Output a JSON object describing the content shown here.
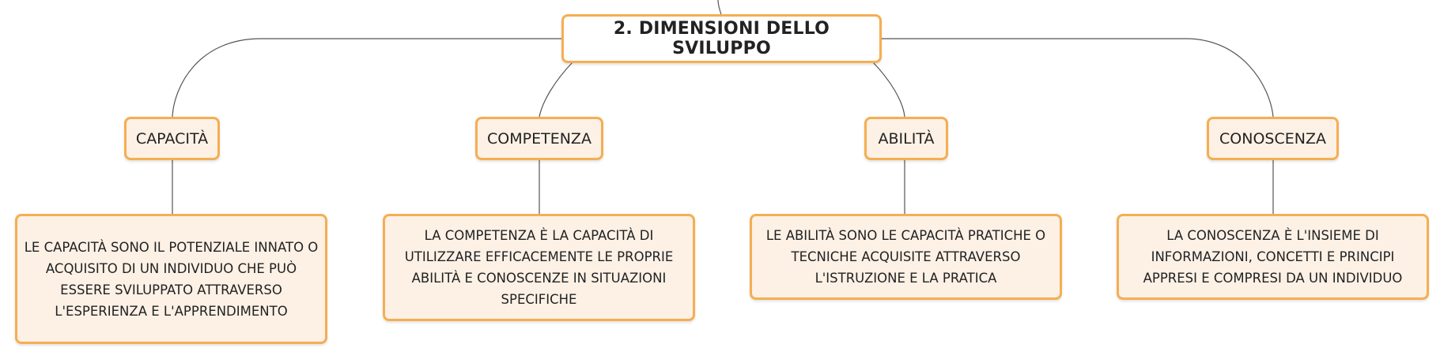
{
  "root": {
    "title": "2. DIMENSIONI DELLO SVILUPPO"
  },
  "topics": [
    {
      "label": "CAPACITÀ",
      "description": "LE CAPACITÀ SONO IL POTENZIALE INNATO O ACQUISITO DI UN INDIVIDUO CHE PUÒ ESSERE SVILUPPATO ATTRAVERSO L'ESPERIENZA E L'APPRENDIMENTO"
    },
    {
      "label": "COMPETENZA",
      "description": "LA COMPETENZA È LA CAPACITÀ DI UTILIZZARE EFFICACEMENTE LE PROPRIE ABILITÀ E CONOSCENZE IN SITUAZIONI SPECIFICHE"
    },
    {
      "label": "ABILITÀ",
      "description": "LE ABILITÀ SONO LE CAPACITÀ PRATICHE O TECNICHE ACQUISITE ATTRAVERSO L'ISTRUZIONE E LA PRATICA"
    },
    {
      "label": "CONOSCENZA",
      "description": "LA CONOSCENZA È L'INSIEME DI INFORMAZIONI, CONCETTI E PRINCIPI APPRESI E COMPRESI DA UN INDIVIDUO"
    }
  ],
  "colors": {
    "border": "#f5ae52",
    "fill": "#fdf1e6",
    "root_fill": "#ffffff",
    "connector": "#555555",
    "text": "#222222"
  }
}
